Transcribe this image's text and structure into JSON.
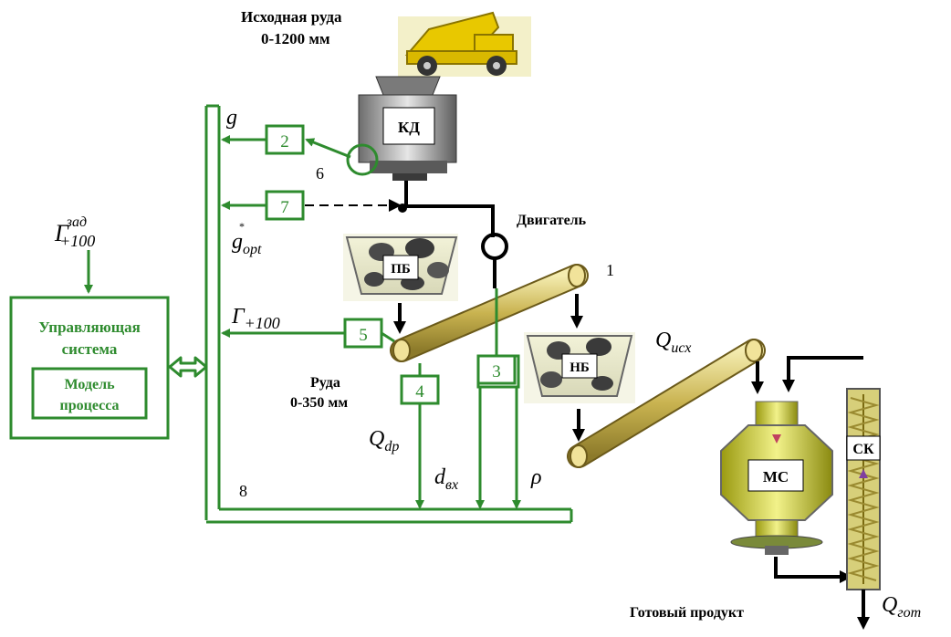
{
  "texts": {
    "source_ore_title": "Исходная руда",
    "source_ore_size": "0-1200 мм",
    "crusher_kd": "КД",
    "motor": "Двигатель",
    "bin_pb": "ПБ",
    "bin_nb": "НБ",
    "mill_ms": "МС",
    "classifier_sk": "СК",
    "ore_label": "Руда",
    "ore_size": "0-350 мм",
    "control_system_line1": "Управляющая",
    "control_system_line2": "система",
    "model_line1": "Модель",
    "model_line2": "процесса",
    "finished_product": "Готовый продукт",
    "num_1": "1",
    "num_6": "6",
    "num_8": "8"
  },
  "sensors": {
    "s2": "2",
    "s3": "3",
    "s4": "4",
    "s5": "5",
    "s7": "7"
  },
  "symbols": {
    "g_main": "g",
    "g_opt_main": "g",
    "g_opt_sub": "opt",
    "g_opt_star": "*",
    "gamma_main": "Г",
    "gamma_sub": "+100",
    "gamma_set_main": "Г",
    "gamma_set_sup": "зад",
    "gamma_set_sub": "+100",
    "q_dr_main": "Q",
    "q_dr_sub": "dр",
    "d_in_main": "d",
    "d_in_sub": "вх",
    "rho": "ρ",
    "q_in_main": "Q",
    "q_in_sub": "исх",
    "q_out_main": "Q",
    "q_out_sub": "гот"
  },
  "colors": {
    "control_green": "#2e8b2e",
    "crusher_body": "#c8c8c8",
    "conveyor": "#d9c76a",
    "mill": "#d8d838",
    "truck": "#e8c800"
  }
}
